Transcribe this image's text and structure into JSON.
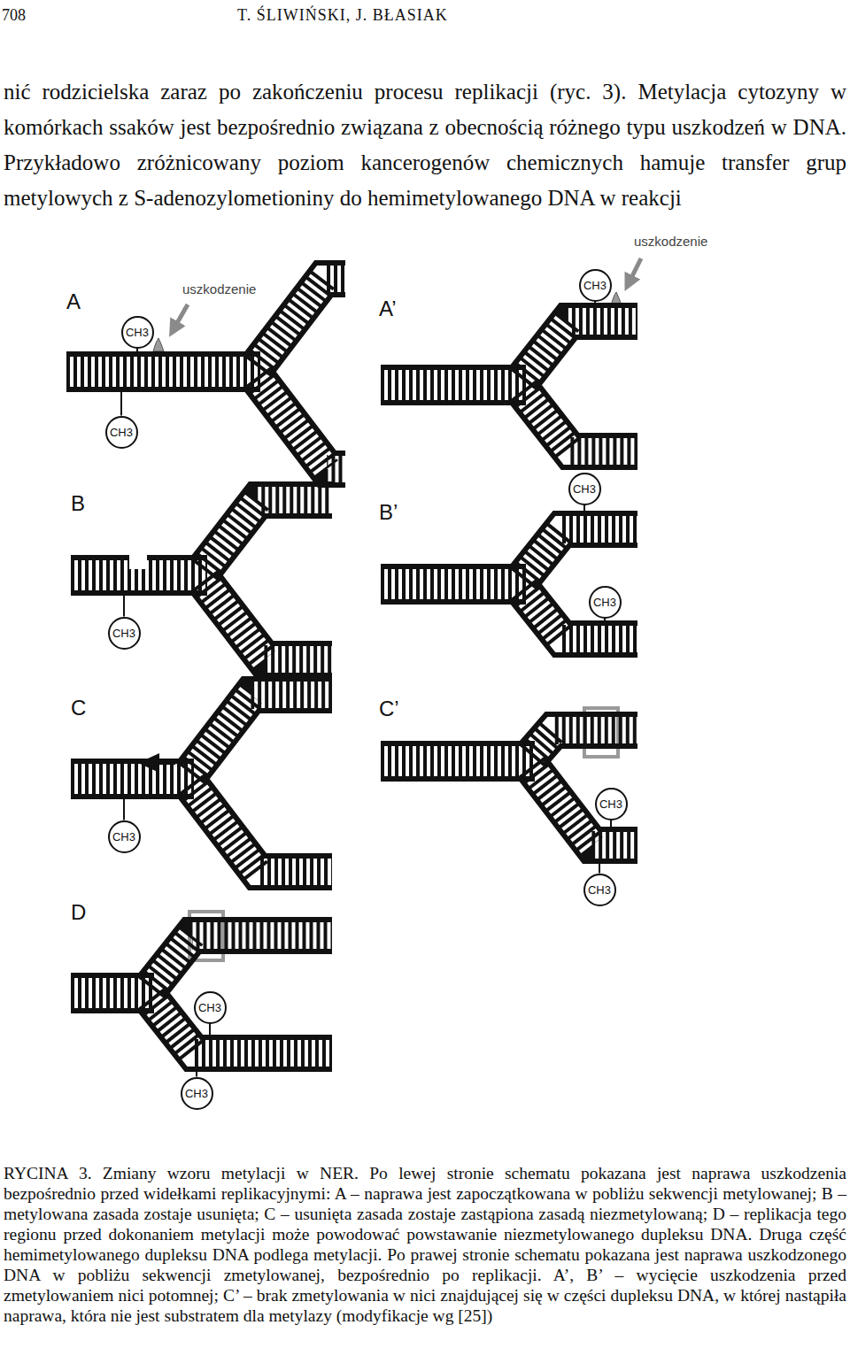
{
  "diagram": {
    "caption": "RYCINA 3. Zmiany wzoru metylacji w NER. Po lewej stronie schematu pokazana jest naprawa uszkodzenia bezpośrednio przed widełkami replikacyjnymi: A – naprawa jest zapoczątkowana w pobliżu sekwencji metylowanej; B – metylowana zasada zostaje usunięta; C – usunięta zasada zostaje zastąpiona zasadą niezmetylowaną; D – replikacja tego regionu przed dokonaniem metylacji może powodować powstawanie niezmetylowanego dupleksu DNA. Druga część hemimetylowanego dupleksu DNA podlega metylacji. Po prawej stronie schematu pokazana jest naprawa uszkodzonego DNA w pobliżu sekwencji zmetylowanej, bezpośrednio po replikacji. A’, B’ – wycięcie uszkodzenia przed zmetylowaniem nici potomnej; C’ – brak zmetylowania w nici znajdującej się w części dupleksu DNA, w której nastąpiła naprawa, która nie jest substratem dla metylazy (modyfikacje wg [25])",
    "nodes": [
      {
        "text": [
          "CH3"
        ]
      },
      {
        "text": [
          "CH3"
        ]
      },
      {
        "text": [
          "CH3"
        ]
      },
      {
        "text": [
          "CH3"
        ]
      },
      {
        "text": [
          "CH3"
        ]
      },
      {
        "text": [
          "CH3"
        ]
      },
      {
        "text": [
          "CH3"
        ]
      },
      {
        "text": [
          "CH3"
        ]
      },
      {
        "text": [
          "CH3"
        ]
      },
      {
        "text": [
          "CH3"
        ]
      },
      {
        "text": [
          "CH3"
        ]
      }
    ],
    "labels": [
      "708",
      "T. ŚLIWIŃSKI, J. BŁASIAK",
      "nić rodzicielska zaraz po zakończeniu procesu replikacji (ryc. 3). Metylacja cytozyny w komórkach ssaków jest bezpośrednio związana z obecnością różnego typu uszkodzeń w DNA. Przykładowo zróżnicowany poziom kancerogenów chemicznych hamuje transfer grup metylowych z S-adenozylometioniny do hemimetylowanego DNA w reakcji",
      "uszkodzenie",
      "A",
      "A’",
      "uszkodzenie",
      "B",
      "B’",
      "C",
      "C’",
      "D"
    ]
  }
}
